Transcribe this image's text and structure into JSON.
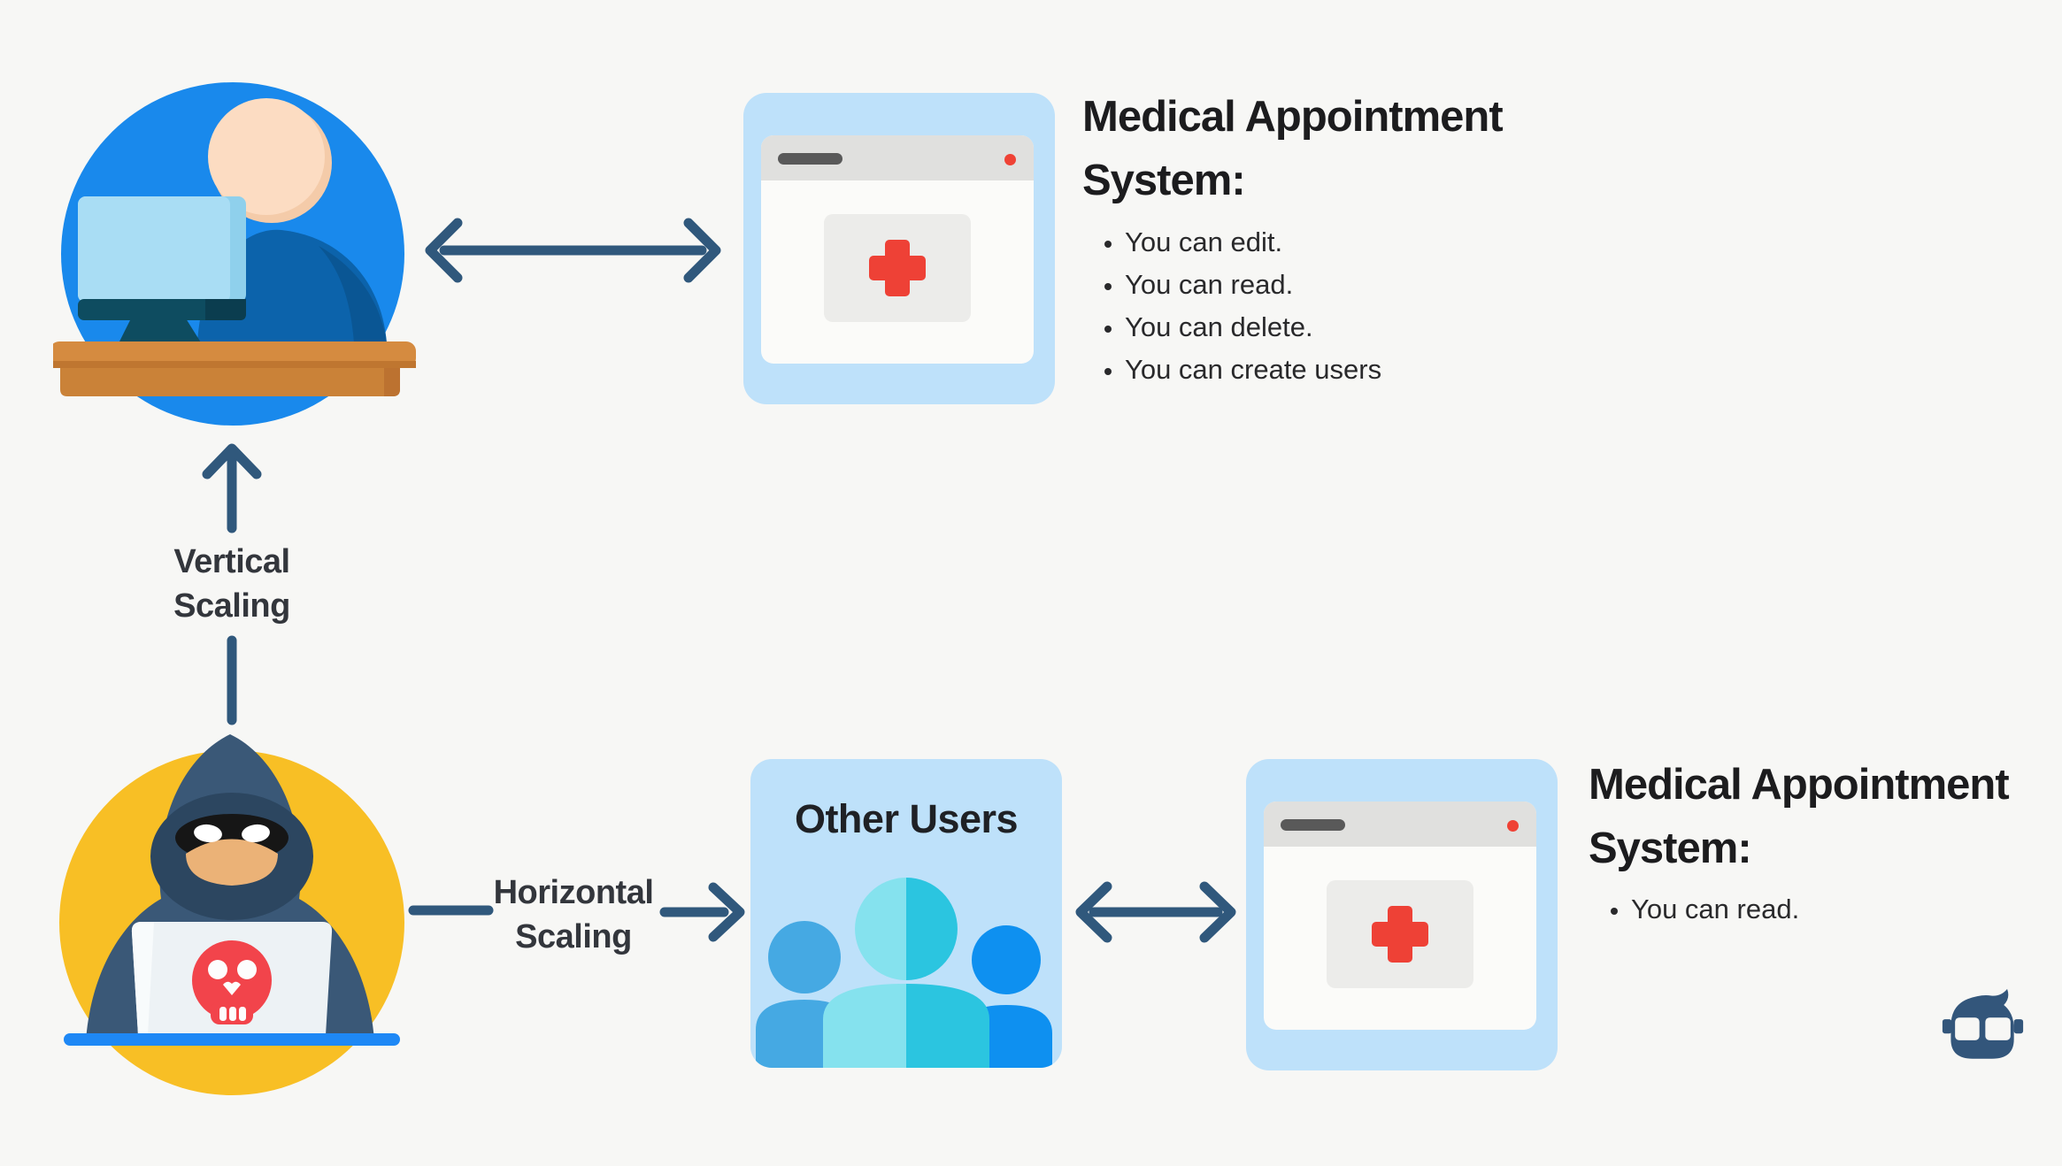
{
  "page": {
    "background": "#F7F7F5"
  },
  "admin_flow": {
    "user_icon": "user-at-desk-icon",
    "app_window_icon": "medical-app-window-icon",
    "title_lines": [
      "Medical Appointment",
      "System:"
    ],
    "permissions": [
      "You can edit.",
      "You can read.",
      "You can delete.",
      "You can create users"
    ]
  },
  "scaling_labels": {
    "vertical": [
      "Vertical",
      "Scaling"
    ],
    "horizontal": [
      "Horizontal",
      "Scaling"
    ]
  },
  "attacker_flow": {
    "hacker_icon": "hacker-icon",
    "other_users": {
      "title": "Other Users",
      "icon": "user-group-icon"
    },
    "app_window_icon": "medical-app-window-icon",
    "title_lines": [
      "Medical Appointment",
      "System:"
    ],
    "permissions": [
      "You can read."
    ]
  },
  "branding": {
    "logo_icon": "ninja-face-logo-icon"
  },
  "colors": {
    "background": "#F7F7F5",
    "arrow": "#30587C",
    "panel_blue": "#BEE1FA",
    "accent_red": "#EE4136",
    "hacker_yellow": "#F8BF25",
    "user_circle_blue": "#1989EC",
    "laptop_bar_blue": "#1E88F5",
    "text_dark": "#1C1C1E"
  }
}
